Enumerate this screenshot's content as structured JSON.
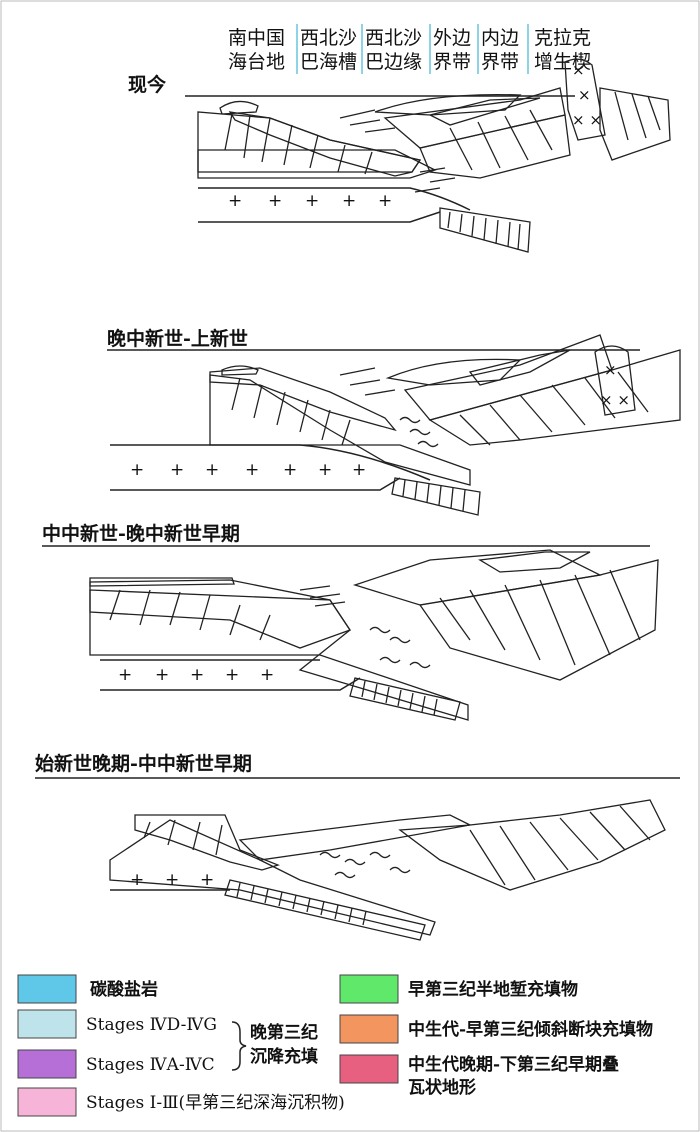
{
  "zones": [
    {
      "line1": "南中国",
      "line2": "海台地"
    },
    {
      "line1": "西北沙",
      "line2": "巴海槽"
    },
    {
      "line1": "西北沙",
      "line2": "巴边缘"
    },
    {
      "line1": "外边",
      "line2": "界带"
    },
    {
      "line1": "内边",
      "line2": "界带"
    },
    {
      "line1": "克拉克",
      "line2": "增生楔"
    }
  ],
  "stages": {
    "s1": "现今",
    "s2": "晚中新世-上新世",
    "s3": "中中新世-晚中新世早期",
    "s4": "始新世晚期-中中新世早期"
  },
  "legend": {
    "carbonate": "碳酸盐岩",
    "ivd_ivg": "Stages ⅣD-ⅣG",
    "iva_ivc": "Stages ⅣA-ⅣC",
    "brace_label_1": "晚第三纪",
    "brace_label_2": "沉降充填",
    "stages_1_3": "Stages Ⅰ-Ⅲ(早第三纪深海沉积物)",
    "half_graben": "早第三纪半地堑充填物",
    "tilted_block": "中生代-早第三纪倾斜断块充填物",
    "imbricate_1": "中生代晚期-下第三纪早期叠",
    "imbricate_2": "瓦状地形"
  },
  "colors": {
    "carbonate": "#5fc8e8",
    "ivd_ivg": "#bfe3ea",
    "iva_ivc": "#b56fd6",
    "stages_1_3": "#f6b4d8",
    "half_graben": "#5fe86a",
    "tilted_block": "#f2955f",
    "imbricate": "#e8607f"
  }
}
